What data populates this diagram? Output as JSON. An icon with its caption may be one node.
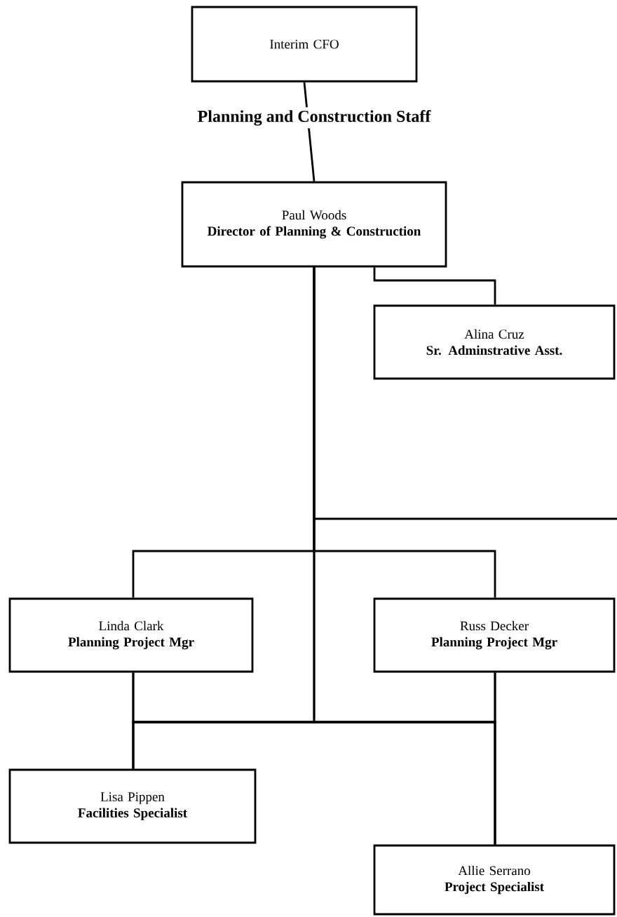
{
  "diagram": {
    "title": "Planning and Construction Staff",
    "nodes": [
      {
        "text": [
          "Interim CFO"
        ]
      },
      {
        "text": [
          "Paul Woods",
          "Director of Planning & Construction"
        ]
      },
      {
        "text": [
          "Alina Cruz",
          "Sr. Adminstrative Asst."
        ]
      },
      {
        "text": [
          "Linda Clark",
          "Planning Project Mgr"
        ]
      },
      {
        "text": [
          "Russ Decker",
          "Planning Project Mgr"
        ]
      },
      {
        "text": [
          "Lisa Pippen",
          "Facilities Specialist"
        ]
      },
      {
        "text": [
          "Allie Serrano",
          "Project Specialist"
        ]
      }
    ],
    "edges": [
      {
        "from": 0,
        "to": 1,
        "arrow": "none"
      },
      {
        "from": 1,
        "to": 2,
        "arrow": "none"
      },
      {
        "from": 1,
        "to": null,
        "arrow": "none"
      },
      {
        "from": 1,
        "to": 3,
        "arrow": "none"
      },
      {
        "from": 1,
        "to": 4,
        "arrow": "none"
      },
      {
        "from": 1,
        "to": 5,
        "arrow": "none"
      },
      {
        "from": 1,
        "to": 6,
        "arrow": "none"
      },
      {
        "from": 3,
        "to": 5,
        "arrow": "none"
      },
      {
        "from": 3,
        "to": 6,
        "arrow": "none"
      },
      {
        "from": 4,
        "to": 5,
        "arrow": "none"
      },
      {
        "from": 4,
        "to": 6,
        "arrow": "none"
      }
    ]
  }
}
